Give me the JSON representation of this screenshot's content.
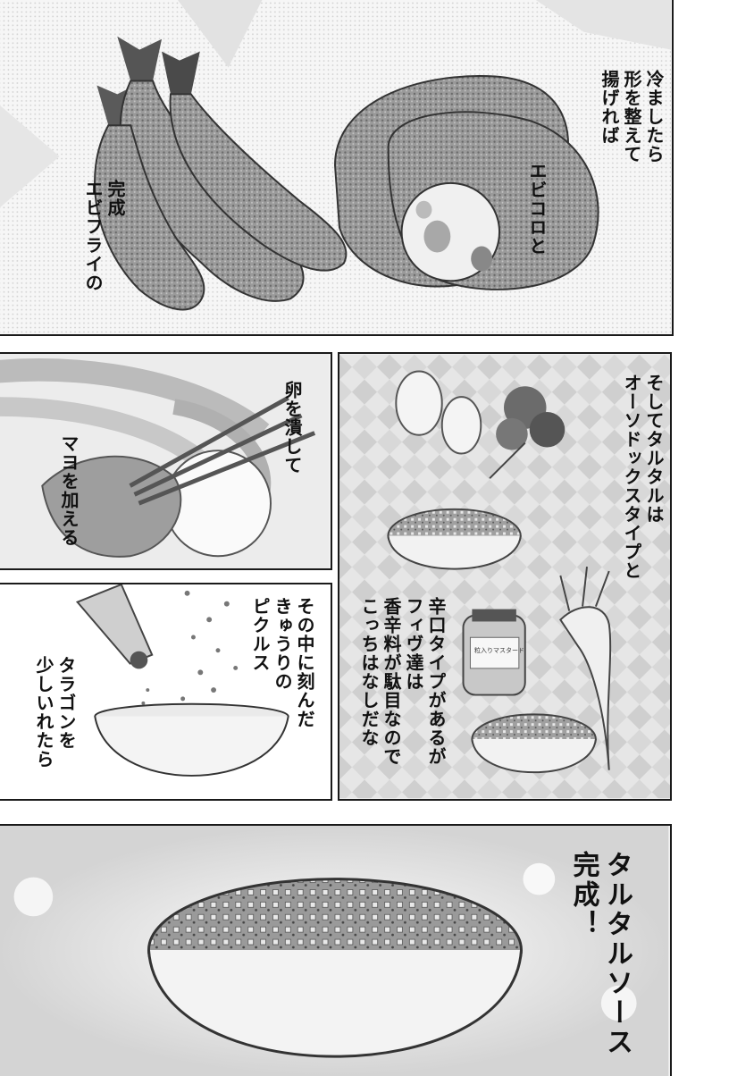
{
  "panel1": {
    "caption": "冷ましたら\n形を整えて\n揚げれば",
    "ebikoro": "エビコロと",
    "ebifry": "完成\nエビフライの"
  },
  "panel2": {
    "egg": "卵を潰して",
    "mayo": "マヨを加える"
  },
  "panel3": {
    "tartar": "そしてタルタルは\nオーソドックスタイプと",
    "spicy": "辛口タイプがあるが\nフィヴ達は\n香辛料が駄目なので\nこっちはなしだな",
    "jar_label": "粒入りマスタード"
  },
  "panel4": {
    "pickles": "その中に刻んだ\nきゅうりの\nピクルス",
    "tarragon": "タラゴンを\n少しいれたら"
  },
  "panel5": {
    "complete": "タルタルソース\n完成！"
  }
}
